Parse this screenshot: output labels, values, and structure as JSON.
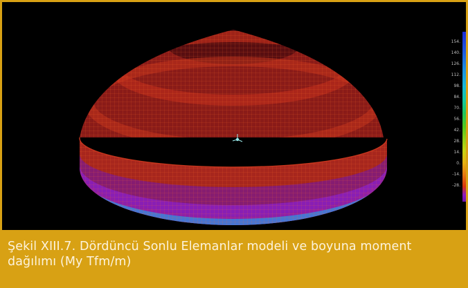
{
  "figure": {
    "caption": "Şekil XIII.7. Dördüncü Sonlu Elemanlar modeli ve boyuna moment dağılımı (My Tfm/m)"
  },
  "legend": {
    "labels": [
      "154.",
      "140.",
      "126.",
      "112.",
      "98.",
      "84.",
      "70.",
      "56.",
      "42.",
      "28.",
      "14.",
      "0.",
      "-14.",
      "-28."
    ],
    "colors": {
      "top": "#1b2bd8",
      "bottom": "#6d12b0"
    }
  },
  "model": {
    "dome_color": "#8a1c18",
    "band_color": "#b22416",
    "wall_color": "#b0251a",
    "base_colors": [
      "#7a1aa8",
      "#4b7ad6",
      "#53c84e",
      "#d6c31f"
    ],
    "grid_color": "#e0611c",
    "marker": "axis-triad-icon"
  }
}
